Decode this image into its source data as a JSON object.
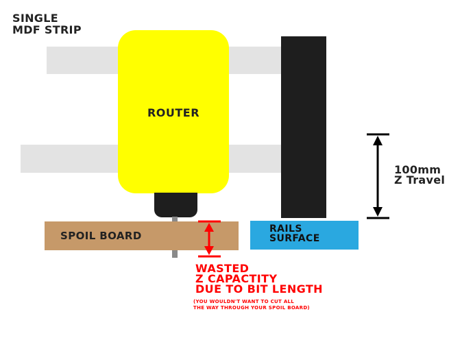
{
  "title": {
    "line1": "SINGLE",
    "line2": "MDF STRIP"
  },
  "router": {
    "label": "ROUTER"
  },
  "spoil_board": {
    "label": "SPOIL BOARD"
  },
  "rails_surface": {
    "line1": "RAILS",
    "line2": "SURFACE"
  },
  "z_travel": {
    "line1": "100mm",
    "line2": "Z Travel"
  },
  "wasted": {
    "line1": "WASTED",
    "line2": "Z CAPACTITY",
    "line3": "DUE TO BIT LENGTH",
    "note_line1": "(YOU WOULDN'T WANT TO CUT ALL",
    "note_line2": "THE WAY THROUGH YOUR SPOIL BOARD)"
  },
  "colors": {
    "router": "#ffff00",
    "spoil_board": "#c69969",
    "rails_surface": "#2aa8e0",
    "rail": "#1e1e1e",
    "mdf_strip": "#e3e3e3",
    "wasted_text": "#ff0000"
  }
}
